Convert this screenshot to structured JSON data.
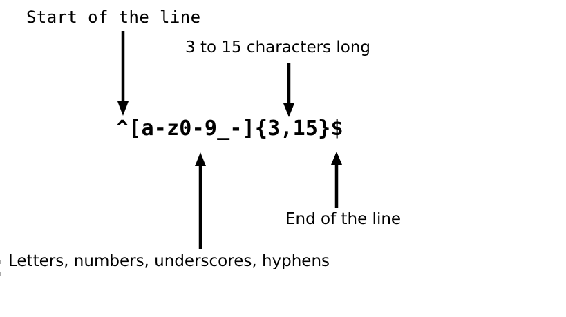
{
  "background": "#ffffff",
  "text_color": "#000000",
  "regex": {
    "pattern": "^[a-z0-9_-]{3,15}$"
  },
  "annotations": {
    "start_anchor": {
      "label": "Start of the line",
      "points_to": "^",
      "arrow_direction": "down"
    },
    "quantifier": {
      "label": "3 to 15 characters long",
      "points_to": "{3,15}",
      "arrow_direction": "down"
    },
    "character_class": {
      "label": "Letters, numbers, underscores, hyphens",
      "points_to": "[a-z0-9_-]",
      "arrow_direction": "up"
    },
    "end_anchor": {
      "label": "End of the line",
      "points_to": "$",
      "arrow_direction": "up"
    }
  }
}
